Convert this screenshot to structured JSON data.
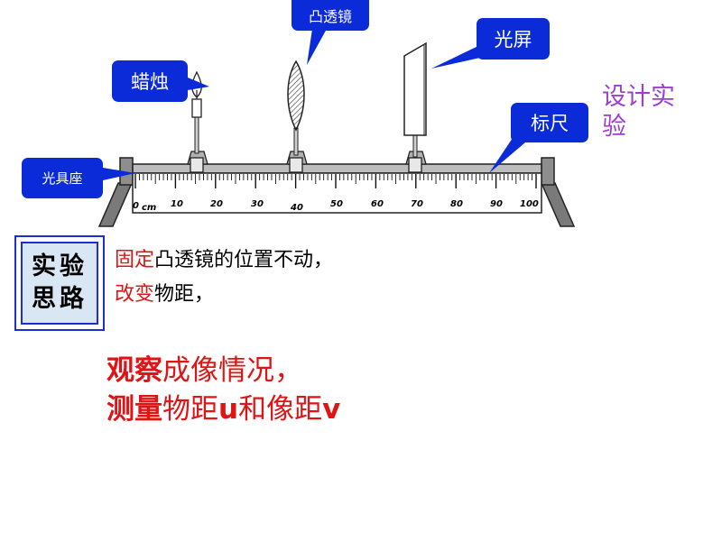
{
  "labels": {
    "lens": "凸透镜",
    "screen": "光屏",
    "candle": "蜡烛",
    "ruler": "标尺",
    "bench": "光具座"
  },
  "side_title": "设计实验",
  "scale": {
    "unit": "cm",
    "ticks": [
      "0",
      "10",
      "20",
      "30",
      "40",
      "50",
      "60",
      "70",
      "80",
      "90",
      "100"
    ]
  },
  "idea_box": {
    "line1": "实验",
    "line2": "思路"
  },
  "steps": {
    "fix_verb": "固定",
    "fix_rest": "凸透镜的位置不动，",
    "change_verb": "改变",
    "change_rest": "物距，",
    "observe_verb": "观察",
    "observe_rest": "成像情况，",
    "measure_verb": "测量",
    "measure_part1": "物距",
    "measure_u": "u",
    "measure_part2": "和像距",
    "measure_v": "v"
  },
  "colors": {
    "callout_bg": "#0b2bd8",
    "highlight_red": "#e01414",
    "title_purple": "#9b3fd0",
    "idea_box_border": "#1d2fd0",
    "idea_box_fill": "#d9e7f4"
  }
}
